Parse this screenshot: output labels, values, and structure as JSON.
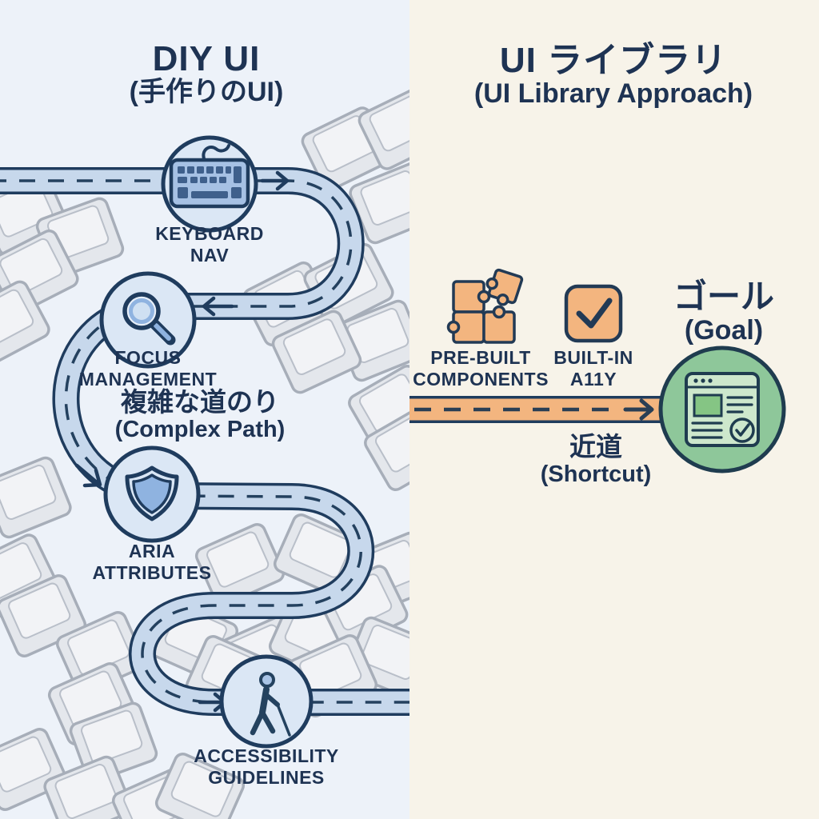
{
  "left": {
    "title": "DIY UI",
    "subtitle": "(手作りのUI)",
    "stations": [
      {
        "line1": "KEYBOARD",
        "line2": "NAV",
        "icon": "keyboard-icon"
      },
      {
        "line1": "FOCUS",
        "line2": "MANAGEMENT",
        "icon": "magnifier-icon"
      },
      {
        "line1": "ARIA",
        "line2": "ATTRIBUTES",
        "icon": "shield-icon"
      },
      {
        "line1": "ACCESSIBILITY",
        "line2": "GUIDELINES",
        "icon": "person-with-cane-icon"
      }
    ],
    "path_note": {
      "jp": "複雑な道のり",
      "en": "(Complex Path)"
    }
  },
  "right": {
    "title": "UI ライブラリ",
    "subtitle": "(UI Library Approach)",
    "features": [
      {
        "line1": "PRE-BUILT",
        "line2": "COMPONENTS",
        "icon": "puzzle-pieces-icon"
      },
      {
        "line1": "BUILT-IN",
        "line2": "A11Y",
        "icon": "checkbox-icon"
      }
    ],
    "path_note": {
      "jp": "近道",
      "en": "(Shortcut)"
    },
    "goal": {
      "jp": "ゴール",
      "en": "(Goal)",
      "icon": "browser-window-icon"
    }
  },
  "colors": {
    "left_background": "#edf2f9",
    "right_background": "#f7f3e9",
    "navy_outline": "#1f3c5e",
    "text_navy": "#1e3353",
    "road_blue": "#c7d8ec",
    "station_circle_fill": "#dbe7f5",
    "icon_blue": "#8fb3e0",
    "shortcut_orange": "#f3b57f",
    "goal_green": "#8ec79a",
    "goal_window_fill": "#cde7cc",
    "keycap_gray": "#e4e7ec"
  }
}
